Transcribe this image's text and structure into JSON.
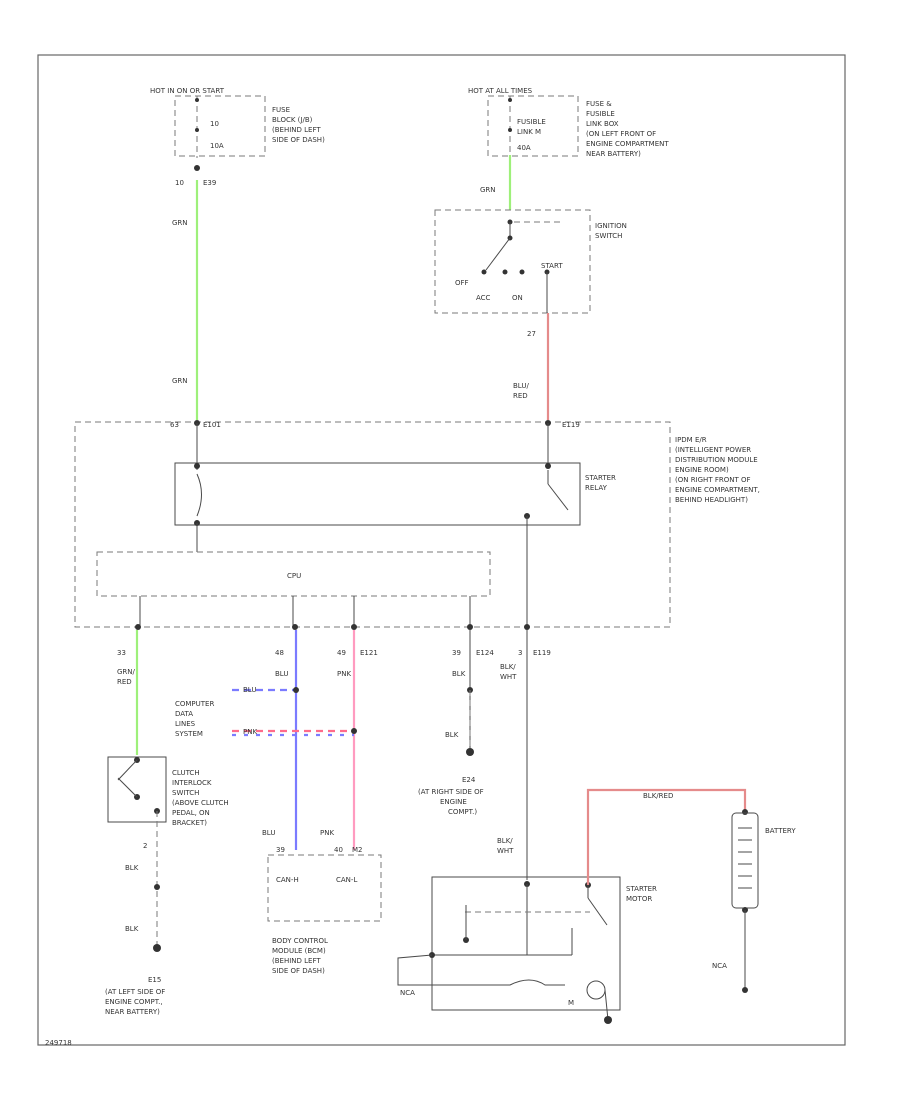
{
  "colors": {
    "green": "#9ef07a",
    "red": "#e58b8b",
    "blue": "#7b7bff",
    "pink": "#ff9bc0",
    "line": "#4a4a4a"
  },
  "top_left": {
    "source": "HOT IN ON OR START",
    "fuse_lines": [
      "FUSE",
      "BLOCK (J/B)",
      "(BEHIND LEFT",
      "SIDE OF DASH)"
    ],
    "fuse_num": "10",
    "fuse_amp": "10A",
    "conn": "10",
    "conn_id": "E39",
    "wire_color_1": "GRN",
    "wire_color_2": "GRN"
  },
  "top_right": {
    "source": "HOT AT ALL TIMES",
    "fuse_lines": [
      "FUSE &",
      "FUSIBLE",
      "LINK BOX",
      "(ON LEFT FRONT OF",
      "ENGINE COMPARTMENT",
      "NEAR BATTERY)"
    ],
    "fuse_label_1": "FUSIBLE",
    "fuse_label_2": "LINK M",
    "fuse_amp": "40A",
    "wire_color": "GRN"
  },
  "ignition": {
    "title_1": "IGNITION",
    "title_2": "SWITCH",
    "off": "OFF",
    "acc": "ACC",
    "on": "ON",
    "start": "START",
    "out_pin": "27",
    "wire_color_1": "BLU/",
    "wire_color_2": "RED"
  },
  "ipdm": {
    "pin_left": "63",
    "conn_left": "E101",
    "conn_right": "E119",
    "desc_lines": [
      "IPDM E/R",
      "(INTELLIGENT POWER",
      "DISTRIBUTION MODULE",
      "ENGINE ROOM)",
      "(ON RIGHT FRONT OF",
      "ENGINE COMPARTMENT,",
      "BEHIND HEADLIGHT)"
    ],
    "relay_1": "STARTER",
    "relay_2": "RELAY",
    "cpu": "CPU",
    "pins": [
      "33",
      "48",
      "49",
      "39",
      "3"
    ],
    "conn_e121": "E121",
    "conn_e124": "E124",
    "conn_e119b": "E119"
  },
  "lower": {
    "grn_red_1": "GRN/",
    "grn_red_2": "RED",
    "blu": "BLU",
    "pnk": "PNK",
    "blk": "BLK",
    "blk_wht_1": "BLK/",
    "blk_wht_2": "WHT",
    "cds_lines": [
      "COMPUTER",
      "DATA",
      "LINES",
      "SYSTEM"
    ],
    "cds_blu": "BLU",
    "cds_pnk": "PNK",
    "clutch_lines": [
      "CLUTCH",
      "INTERLOCK",
      "SWITCH",
      "(ABOVE CLUTCH",
      "PEDAL, ON",
      "BRACKET)"
    ],
    "clutch_pin": "2",
    "blk_a": "BLK",
    "blk_b": "BLK",
    "ground_e15": "E15",
    "ground_e15_lines": [
      "(AT LEFT SIDE OF",
      "ENGINE COMPT.,",
      "NEAR BATTERY)"
    ],
    "blk_c": "BLK",
    "ground_e24": "E24",
    "ground_e24_lines": [
      "(AT RIGHT SIDE OF",
      "ENGINE",
      "COMPT.)"
    ],
    "blu_b": "BLU",
    "pnk_b": "PNK",
    "bcm_pin_1": "39",
    "bcm_pin_2": "40",
    "bcm_conn": "M2",
    "can_h": "CAN-H",
    "can_l": "CAN-L",
    "bcm_lines": [
      "BODY CONTROL",
      "MODULE (BCM)",
      "(BEHIND LEFT",
      "SIDE OF DASH)"
    ],
    "blk_wht_b1": "BLK/",
    "blk_wht_b2": "WHT",
    "motor_1": "STARTER",
    "motor_2": "MOTOR",
    "motor_m": "M",
    "motor_label": "NCA",
    "batt_wire": "BLK/RED",
    "battery": "BATTERY",
    "batt_gnd": "NCA",
    "fig_id": "249718"
  }
}
